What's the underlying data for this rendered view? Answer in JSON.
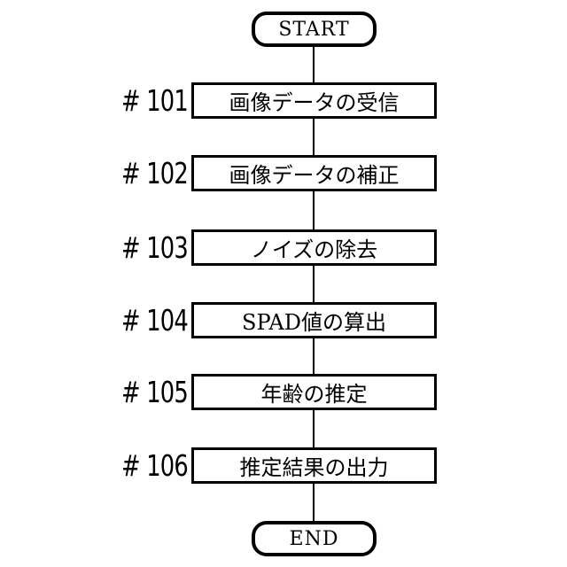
{
  "figure": {
    "bg_color": "#ffffff",
    "line_color": "#000000",
    "start_label": "START",
    "end_label": "END",
    "steps": [
      {
        "id": "# 101",
        "text": "画像データの受信"
      },
      {
        "id": "# 102",
        "text": "画像データの補正"
      },
      {
        "id": "# 103",
        "text": "ノイズの除去"
      },
      {
        "id": "# 104",
        "text": "SPAD値の算出"
      },
      {
        "id": "# 105",
        "text": "年齢の推定"
      },
      {
        "id": "# 106",
        "text": "推定結果の出力"
      }
    ]
  }
}
